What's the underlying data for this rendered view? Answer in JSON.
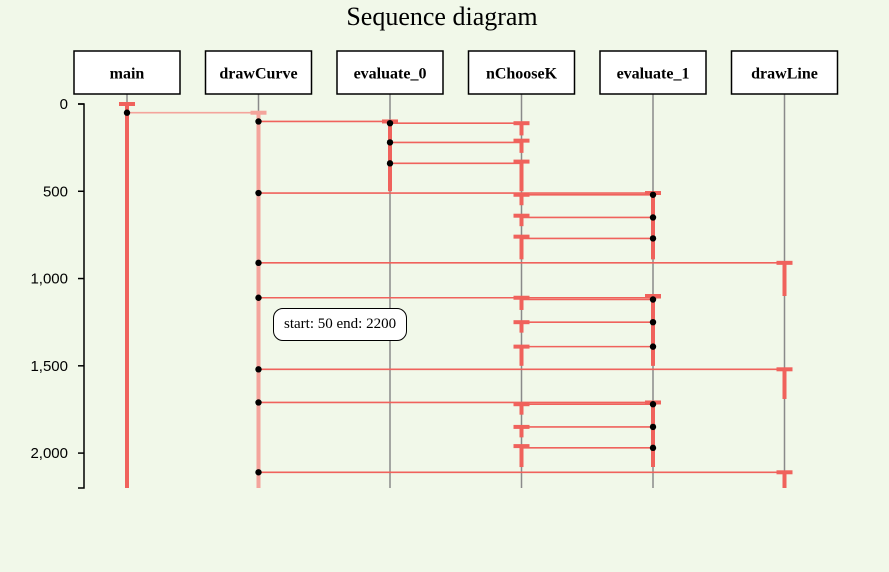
{
  "title": "Sequence diagram",
  "actors": [
    "main",
    "drawCurve",
    "evaluate_0",
    "nChooseK",
    "evaluate_1",
    "drawLine"
  ],
  "axis": {
    "domain": [
      0,
      2200
    ],
    "ticks": [
      0,
      500,
      1000,
      1500,
      2000
    ],
    "tick_labels": [
      "0",
      "500",
      "1,000",
      "1,500",
      "2,000"
    ]
  },
  "colors": {
    "background": "#f1f8e9",
    "call": "#f0625c",
    "call_faded": "#f4a49c",
    "lifeline": "#8a8a8a"
  },
  "activations": [
    {
      "actor": "main",
      "start": 0,
      "end": 2200
    },
    {
      "actor": "drawCurve",
      "start": 50,
      "end": 2200,
      "faded": true
    },
    {
      "actor": "evaluate_0",
      "start": 100,
      "end": 500
    },
    {
      "actor": "nChooseK",
      "start": 110,
      "end": 180
    },
    {
      "actor": "nChooseK",
      "start": 210,
      "end": 280
    },
    {
      "actor": "nChooseK",
      "start": 330,
      "end": 500
    },
    {
      "actor": "evaluate_1",
      "start": 510,
      "end": 890
    },
    {
      "actor": "nChooseK",
      "start": 520,
      "end": 580
    },
    {
      "actor": "nChooseK",
      "start": 640,
      "end": 700
    },
    {
      "actor": "nChooseK",
      "start": 760,
      "end": 890
    },
    {
      "actor": "drawLine",
      "start": 910,
      "end": 1100
    },
    {
      "actor": "evaluate_1",
      "start": 1100,
      "end": 1500
    },
    {
      "actor": "nChooseK",
      "start": 1110,
      "end": 1180
    },
    {
      "actor": "nChooseK",
      "start": 1250,
      "end": 1310
    },
    {
      "actor": "nChooseK",
      "start": 1390,
      "end": 1500
    },
    {
      "actor": "drawLine",
      "start": 1520,
      "end": 1690
    },
    {
      "actor": "evaluate_1",
      "start": 1710,
      "end": 2080
    },
    {
      "actor": "nChooseK",
      "start": 1720,
      "end": 1780
    },
    {
      "actor": "nChooseK",
      "start": 1850,
      "end": 1910
    },
    {
      "actor": "nChooseK",
      "start": 1960,
      "end": 2080
    },
    {
      "actor": "drawLine",
      "start": 2110,
      "end": 2200
    }
  ],
  "calls": [
    {
      "from": "main",
      "to": "drawCurve",
      "t": 50,
      "faded": true
    },
    {
      "from": "drawCurve",
      "to": "evaluate_0",
      "t": 100
    },
    {
      "from": "evaluate_0",
      "to": "nChooseK",
      "t": 110
    },
    {
      "from": "evaluate_0",
      "to": "nChooseK",
      "t": 220
    },
    {
      "from": "evaluate_0",
      "to": "nChooseK",
      "t": 340
    },
    {
      "from": "drawCurve",
      "to": "nChooseK",
      "t": 510
    },
    {
      "from": "evaluate_1",
      "to": "nChooseK",
      "t": 520
    },
    {
      "from": "evaluate_1",
      "to": "nChooseK",
      "t": 650
    },
    {
      "from": "evaluate_1",
      "to": "nChooseK",
      "t": 770
    },
    {
      "from": "drawCurve",
      "to": "drawLine",
      "t": 910
    },
    {
      "from": "drawCurve",
      "to": "nChooseK",
      "t": 1110
    },
    {
      "from": "evaluate_1",
      "to": "nChooseK",
      "t": 1120
    },
    {
      "from": "evaluate_1",
      "to": "nChooseK",
      "t": 1250
    },
    {
      "from": "evaluate_1",
      "to": "nChooseK",
      "t": 1390
    },
    {
      "from": "drawCurve",
      "to": "drawLine",
      "t": 1520
    },
    {
      "from": "drawCurve",
      "to": "nChooseK",
      "t": 1710
    },
    {
      "from": "evaluate_1",
      "to": "nChooseK",
      "t": 1720
    },
    {
      "from": "evaluate_1",
      "to": "nChooseK",
      "t": 1850
    },
    {
      "from": "evaluate_1",
      "to": "nChooseK",
      "t": 1970
    },
    {
      "from": "drawCurve",
      "to": "drawLine",
      "t": 2110
    }
  ],
  "extra_hlines": [
    {
      "from": "nChooseK",
      "to": "evaluate_1",
      "t": 510
    },
    {
      "from": "nChooseK",
      "to": "evaluate_1",
      "t": 1110
    },
    {
      "from": "nChooseK",
      "to": "evaluate_1",
      "t": 1710
    }
  ],
  "tooltip": "start: 50 end: 2200"
}
